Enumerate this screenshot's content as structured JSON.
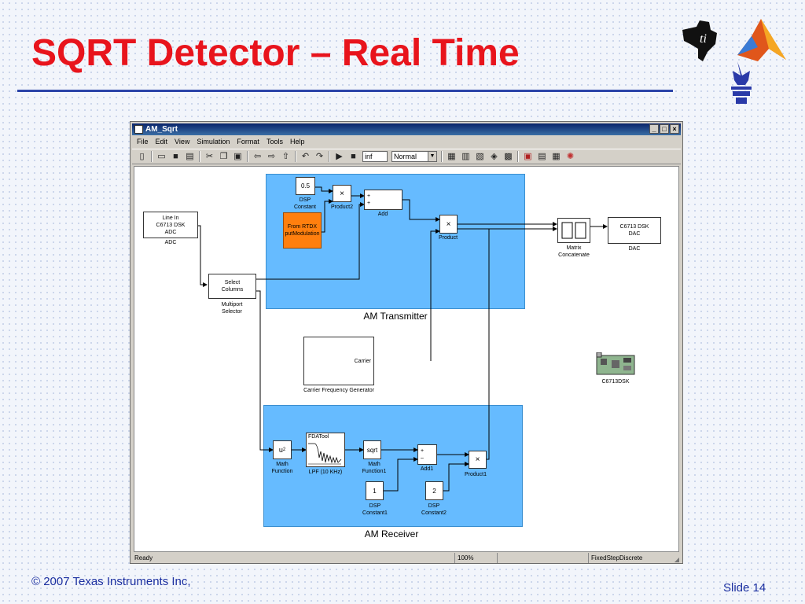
{
  "slide": {
    "title": "SQRT Detector – Real Time",
    "footer_copyright": "© 2007 Texas Instruments Inc,",
    "footer_slide": "Slide 14"
  },
  "window": {
    "title": "AM_Sqrt",
    "controls": [
      "_",
      "□",
      "×"
    ],
    "menu": [
      "File",
      "Edit",
      "View",
      "Simulation",
      "Format",
      "Tools",
      "Help"
    ],
    "toolbar": {
      "stop_time": "inf",
      "sim_mode": "Normal"
    },
    "status": {
      "left": "Ready",
      "zoom": "100%",
      "solver": "FixedStepDiscrete"
    }
  },
  "model": {
    "adc": {
      "line1": "Line In",
      "line2": "C6713 DSK",
      "line3": "ADC",
      "caption": "ADC"
    },
    "selector": {
      "line1": "Select",
      "line2": "Columns",
      "caption1": "Multiport",
      "caption2": "Selector"
    },
    "transmitter": {
      "caption": "AM Transmitter",
      "const_value": "0.5",
      "const_caption1": "DSP",
      "const_caption2": "Constant",
      "rtdx_line1": "From RTDX",
      "rtdx_line2": "putModulation",
      "product2_symbol": "×",
      "product2_caption": "Product2",
      "add_plus1": "+",
      "add_plus2": "+",
      "add_caption": "Add",
      "product_symbol": "×",
      "product_caption": "Product"
    },
    "concat": {
      "caption1": "Matrix",
      "caption2": "Concatenate"
    },
    "dac": {
      "line1": "C6713 DSK",
      "line2": "DAC",
      "caption": "DAC"
    },
    "carrier": {
      "port_label": "Carrier",
      "caption": "Carrier Frequency Generator"
    },
    "board": {
      "caption": "C6713DSK"
    },
    "receiver": {
      "caption": "AM Receiver",
      "math_symbol": "u",
      "math_sup": "2",
      "math_caption1": "Math",
      "math_caption2": "Function",
      "fda_title": "FDATool",
      "fda_caption": "LPF (10 KHz)",
      "sqrt_text": "sqrt",
      "sqrt_caption1": "Math",
      "sqrt_caption2": "Function1",
      "add1_plus": "+",
      "add1_minus": "–",
      "add1_caption": "Add1",
      "product1_symbol": "×",
      "product1_caption": "Product1",
      "const1_value": "1",
      "const1_caption1": "DSP",
      "const1_caption2": "Constant1",
      "const2_value": "2",
      "const2_caption1": "DSP",
      "const2_caption2": "Constant2"
    }
  },
  "colors": {
    "title_red": "#e8141c",
    "rule_blue": "#2a43a8",
    "subsystem_blue": "#66bbff",
    "rtdx_orange": "#ff7f0e",
    "footer_blue": "#1b2fa0"
  },
  "icons": {
    "toolbar": [
      "new-icon",
      "open-icon",
      "save-icon",
      "print-icon",
      "cut-icon",
      "copy-icon",
      "paste-icon",
      "undo-icon",
      "redo-icon",
      "up-icon",
      "refresh-icon",
      "refresh2-icon",
      "play-icon",
      "stop-icon",
      "build-icon",
      "library-icon",
      "explorer-icon",
      "debug-icon",
      "profiler-icon"
    ]
  }
}
